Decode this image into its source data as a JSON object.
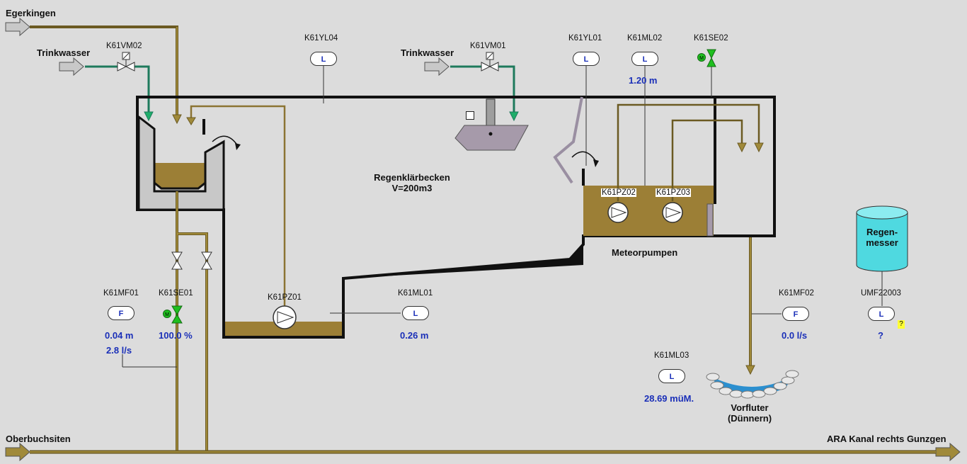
{
  "inlets": {
    "egerkingen": "Egerkingen",
    "trinkwasser_1": "Trinkwasser",
    "trinkwasser_2": "Trinkwasser",
    "oberbuchsiten": "Oberbuchsiten",
    "ara_kanal": "ARA Kanal rechts Gunzgen"
  },
  "basin": {
    "title_line1": "Regenklärbecken",
    "title_line2": "V=200m3"
  },
  "pumps_group": "Meteorpumpen",
  "receiving_water": {
    "line1": "Vorfluter",
    "line2": "(Dünnern)"
  },
  "rain_gauge": {
    "line1": "Regen-",
    "line2": "messer",
    "tag": "UMF22003",
    "badge": "L",
    "value": "?",
    "quality_flag": "?"
  },
  "valves": {
    "k61vm02": "K61VM02",
    "k61vm01": "K61VM01",
    "k61se01": "K61SE01",
    "k61se02": "K61SE02"
  },
  "pumps": {
    "k61pz01": "K61PZ01",
    "k61pz02": "K61PZ02",
    "k61pz03": "K61PZ03"
  },
  "instruments": {
    "k61yl04": {
      "tag": "K61YL04",
      "badge": "L"
    },
    "k61yl01": {
      "tag": "K61YL01",
      "badge": "L"
    },
    "k61ml02": {
      "tag": "K61ML02",
      "badge": "L",
      "value": "1.20 m"
    },
    "k61mf01": {
      "tag": "K61MF01",
      "badge": "F",
      "value1": "0.04 m",
      "value2": "2.8 l/s"
    },
    "k61se01": {
      "value": "100.0 %"
    },
    "k61ml01": {
      "tag": "K61ML01",
      "badge": "L",
      "value": "0.26 m"
    },
    "k61mf02": {
      "tag": "K61MF02",
      "badge": "F",
      "value": "0.0 l/s"
    },
    "k61ml03": {
      "tag": "K61ML03",
      "badge": "L",
      "value": "28.69 müM."
    }
  },
  "colors": {
    "background": "#dcdcdc",
    "wastewater_pipe": "#8b7433",
    "water_fill": "#9c7f36",
    "drinking_water_pipe": "#1e7a5c",
    "value_text": "#1a2fb8",
    "valve_open": "#1fbf1f",
    "river_water": "#2b8fcf",
    "rain_gauge": "#4fd9e0"
  }
}
